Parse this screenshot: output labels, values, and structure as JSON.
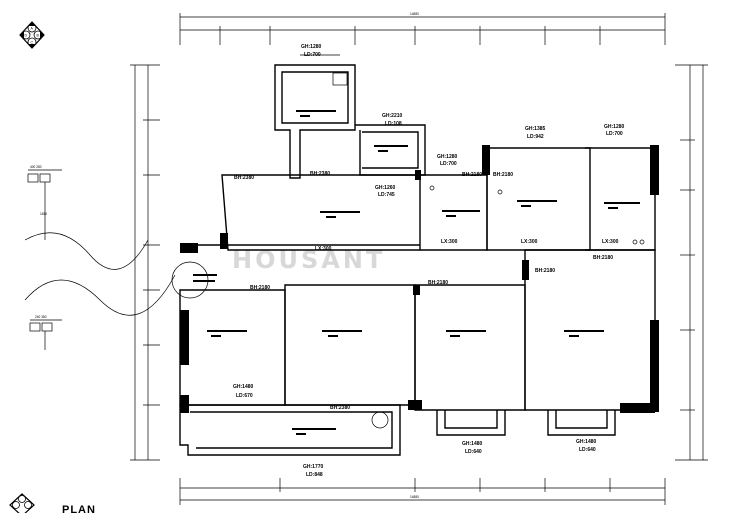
{
  "drawing": {
    "title": "PLAN",
    "compass": [
      "A",
      "D",
      "B",
      "C"
    ],
    "watermark": "HOUSANT"
  },
  "dimensions": {
    "top_total": "14880",
    "bottom_total": "14880"
  },
  "rooms": {
    "balcony_top": {
      "gh": "GH:1280",
      "ld": "LD:700"
    },
    "bath_top": {
      "gh": "GH:2210",
      "ld": "LD:108"
    },
    "bath_small": {
      "gh": "GH:1280",
      "ld": "LD:700"
    },
    "bedroom_mid": {
      "gh": "GH:1385",
      "ld": "LD:942"
    },
    "bedroom_right": {
      "gh": "GH:1280",
      "ld": "LD:700"
    },
    "living_top": {
      "gh": "GH:1260",
      "ld": "LD:745"
    },
    "left_room": {
      "gh": "GH:1480",
      "ld": "LD:670"
    },
    "bay_mid": {
      "gh": "GH:1480",
      "ld": "LD:640"
    },
    "bay_right": {
      "gh": "GH:1480",
      "ld": "LD:640"
    },
    "balcony_bottom": {
      "gh": "GH:1770",
      "ld": "LD:848"
    }
  },
  "beams": {
    "b1": "BH:2380",
    "b2": "BH:2380",
    "b3": "BH:2180",
    "b4": "BH:2180",
    "b5": "BH:2180",
    "b6": "BH:2180",
    "b7": "BH:2180",
    "b8": "BH:2180",
    "b9": "BH:2380"
  },
  "lx": {
    "living": "LX:300",
    "bath": "LX:300",
    "bed_mid": "LX:300",
    "bed_right": "LX:300"
  },
  "legend": {
    "box1": "400  280",
    "box2": "240  380",
    "note": "1810"
  },
  "colors": {
    "line": "#000000",
    "watermark": "#d8d8d8"
  }
}
